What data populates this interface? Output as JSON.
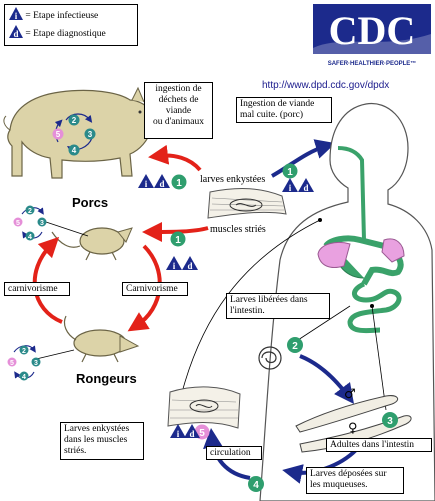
{
  "legend": {
    "infective_symbol": "i",
    "infective_label": "= Etape infectieuse",
    "diagnostic_symbol": "d",
    "diagnostic_label": "= Etape diagnostique"
  },
  "logo": {
    "letters": "CDC",
    "tagline": "SAFER·HEALTHIER·PEOPLE™"
  },
  "url": "http://www.dpd.cdc.gov/dpdx",
  "labels": {
    "ingestion_dechets": [
      "ingestion de",
      "déchets de",
      "viande",
      "ou d'animaux"
    ],
    "ingestion_viande": [
      "Ingestion de viande",
      "mal cuite. (porc)"
    ],
    "larves_enkystees": "larves enkystées",
    "muscles_stries": "muscles striés",
    "porcs": "Porcs",
    "carnivorisme_left": "carnivorisme",
    "carnivorisme_right": "Carnivorisme",
    "rongeurs": "Rongeurs",
    "larves_liberees": [
      "Larves libérées dans",
      "l'intestin."
    ],
    "larves_enkystees_muscles": [
      "Larves enkystées",
      "dans les muscles",
      "striés."
    ],
    "adultes": "Adultes dans l'intestin",
    "circulation": "circulation",
    "larves_deposees": [
      "Larves déposées sur",
      "les muqueuses."
    ],
    "male_symbol": "♂",
    "female_symbol": "♀"
  },
  "stages": {
    "one": "1",
    "two": "2",
    "three": "3",
    "four": "4",
    "five": "5"
  },
  "badges": {
    "i": "i",
    "d": "d"
  },
  "colors": {
    "badge_blue": "#1c2a8c",
    "stage_green": "#2f9e6e",
    "stage_teal": "#2a8a8a",
    "stage_pink": "#e58fd8",
    "arrow_red": "#e32219",
    "arrow_navy": "#1c2a8c",
    "intestine_green": "#3aa26a",
    "organ_pink": "#e9a1e0"
  }
}
